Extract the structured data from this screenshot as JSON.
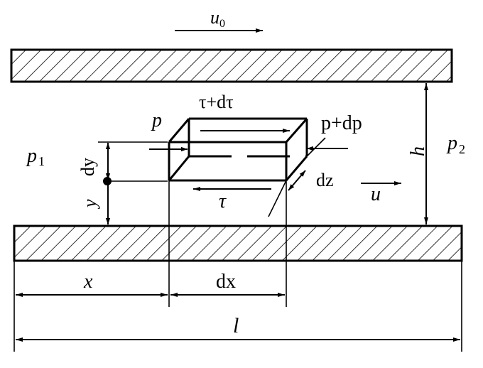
{
  "labels": {
    "u0_main": "u",
    "u0_sub": "0",
    "tau_plus": "τ+dτ",
    "p": "p",
    "p_plus": "p+dp",
    "p1_main": "p",
    "p1_sub": "1",
    "p2_main": "p",
    "p2_sub": "2",
    "h": "h",
    "dy": "dy",
    "y": "y",
    "dz": "dz",
    "u": "u",
    "tau": "τ",
    "x": "x",
    "dx": "dx",
    "l": "l"
  }
}
